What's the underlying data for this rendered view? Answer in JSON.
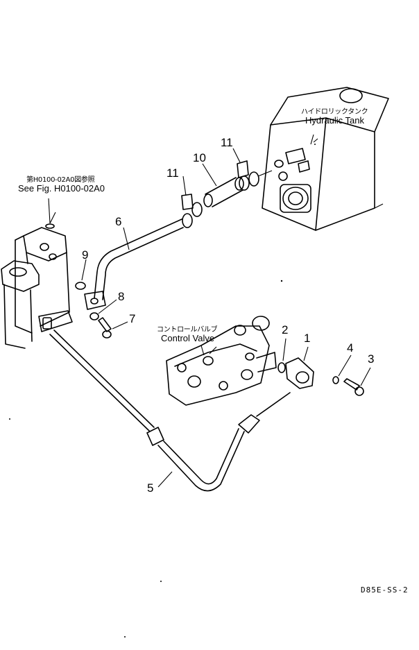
{
  "callouts": {
    "p1": "1",
    "p2": "2",
    "p3": "3",
    "p4": "4",
    "p5": "5",
    "p6": "6",
    "p7": "7",
    "p8": "8",
    "p9": "9",
    "p10": "10",
    "p11a": "11",
    "p11b": "11"
  },
  "labels": {
    "hydraulic_tank_jp": "ハイドロリックタンク",
    "hydraulic_tank_en": "Hydraulic Tank",
    "control_valve_jp": "コントロールバルブ",
    "control_valve_en": "Control Valve",
    "see_fig_jp": "第H0100-02A0図参照",
    "see_fig_en": "See Fig. H0100-02A0"
  },
  "drawing_code": "D85E-SS-2"
}
